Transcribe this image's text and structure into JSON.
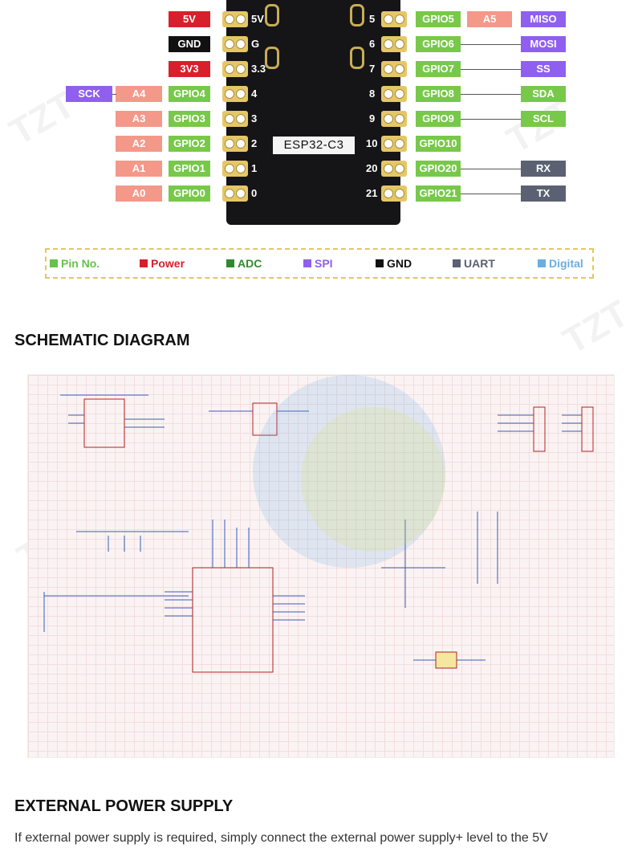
{
  "colors": {
    "power": "#d8202c",
    "gnd": "#111111",
    "adc": "#f4988a",
    "spi": "#8f5ff0",
    "gpio": "#78c84a",
    "uart": "#5b6172",
    "digital": "#6aaee0",
    "pin_no": "#66c24a"
  },
  "board": {
    "chip_label": "ESP32-C3"
  },
  "left_pins": [
    {
      "num": "5V",
      "tags": [
        {
          "text": "5V",
          "kind": "power"
        }
      ]
    },
    {
      "num": "G",
      "tags": [
        {
          "text": "GND",
          "kind": "gnd"
        }
      ]
    },
    {
      "num": "3.3",
      "tags": [
        {
          "text": "3V3",
          "kind": "power"
        }
      ]
    },
    {
      "num": "4",
      "tags": [
        {
          "text": "SCK",
          "kind": "spi"
        },
        {
          "text": "A4",
          "kind": "adc"
        },
        {
          "text": "GPIO4",
          "kind": "gpio"
        }
      ]
    },
    {
      "num": "3",
      "tags": [
        {
          "text": "A3",
          "kind": "adc"
        },
        {
          "text": "GPIO3",
          "kind": "gpio"
        }
      ]
    },
    {
      "num": "2",
      "tags": [
        {
          "text": "A2",
          "kind": "adc"
        },
        {
          "text": "GPIO2",
          "kind": "gpio"
        }
      ]
    },
    {
      "num": "1",
      "tags": [
        {
          "text": "A1",
          "kind": "adc"
        },
        {
          "text": "GPIO1",
          "kind": "gpio"
        }
      ]
    },
    {
      "num": "0",
      "tags": [
        {
          "text": "A0",
          "kind": "adc"
        },
        {
          "text": "GPIO0",
          "kind": "gpio"
        }
      ]
    }
  ],
  "right_pins": [
    {
      "num": "5",
      "tags": [
        {
          "text": "GPIO5",
          "kind": "gpio"
        },
        {
          "text": "A5",
          "kind": "adc"
        },
        {
          "text": "MISO",
          "kind": "spi"
        }
      ]
    },
    {
      "num": "6",
      "tags": [
        {
          "text": "GPIO6",
          "kind": "gpio"
        },
        {
          "text": "MOSI",
          "kind": "spi"
        }
      ]
    },
    {
      "num": "7",
      "tags": [
        {
          "text": "GPIO7",
          "kind": "gpio"
        },
        {
          "text": "SS",
          "kind": "spi"
        }
      ]
    },
    {
      "num": "8",
      "tags": [
        {
          "text": "GPIO8",
          "kind": "gpio"
        },
        {
          "text": "SDA",
          "kind": "gpio"
        }
      ]
    },
    {
      "num": "9",
      "tags": [
        {
          "text": "GPIO9",
          "kind": "gpio"
        },
        {
          "text": "SCL",
          "kind": "gpio"
        }
      ]
    },
    {
      "num": "10",
      "tags": [
        {
          "text": "GPIO10",
          "kind": "gpio"
        }
      ]
    },
    {
      "num": "20",
      "tags": [
        {
          "text": "GPIO20",
          "kind": "gpio"
        },
        {
          "text": "RX",
          "kind": "uart"
        }
      ]
    },
    {
      "num": "21",
      "tags": [
        {
          "text": "GPIO21",
          "kind": "gpio"
        },
        {
          "text": "TX",
          "kind": "uart"
        }
      ]
    }
  ],
  "legend": [
    {
      "label": "Pin No.",
      "kind": "pin_no"
    },
    {
      "label": "Power",
      "kind": "power"
    },
    {
      "label": "ADC",
      "kind": "gpio_dark"
    },
    {
      "label": "SPI",
      "kind": "spi"
    },
    {
      "label": "GND",
      "kind": "gnd"
    },
    {
      "label": "UART",
      "kind": "uart"
    },
    {
      "label": "Digital",
      "kind": "digital"
    }
  ],
  "legend_colors": {
    "gpio_dark": "#2f8a2f"
  },
  "sections": {
    "schematic_title": "SCHEMATIC DIAGRAM",
    "power_title": "EXTERNAL POWER SUPPLY"
  },
  "power_text": "If external power supply is required, simply connect the external power supply+ level to the 5V",
  "watermark": "TZT"
}
